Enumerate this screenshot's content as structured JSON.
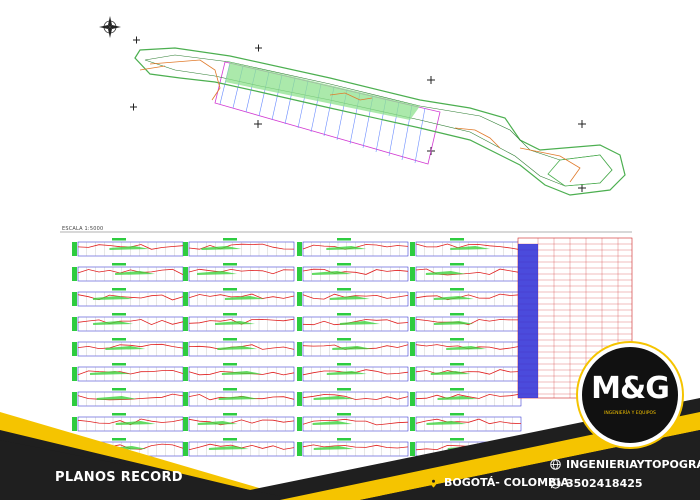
{
  "sheet": {
    "scale_label": "ESCALA 1:5000"
  },
  "banner": {
    "title": "PLANOS RECORD",
    "location": "BOGOTÁ- COLOMBIA",
    "website": "INGENIERIAYTOPOGRAFIA.CO",
    "phone": "3502418425"
  },
  "logo": {
    "main": "M&G",
    "sub": "INGENIERÍA Y EQUIPOS"
  },
  "icons": {
    "compass": "compass-rose-icon",
    "location": "map-pin-icon",
    "web": "globe-icon",
    "phone": "whatsapp-icon"
  },
  "colors": {
    "banner_dark": "#1f1f1f",
    "accent_yellow": "#f5c400",
    "outline_green": "#4caf50",
    "profile_red": "#e02020",
    "profile_blue": "#1a1acc",
    "table_red": "#cc2222",
    "section_magenta": "#d23ad2",
    "section_blue": "#6a8cff"
  }
}
